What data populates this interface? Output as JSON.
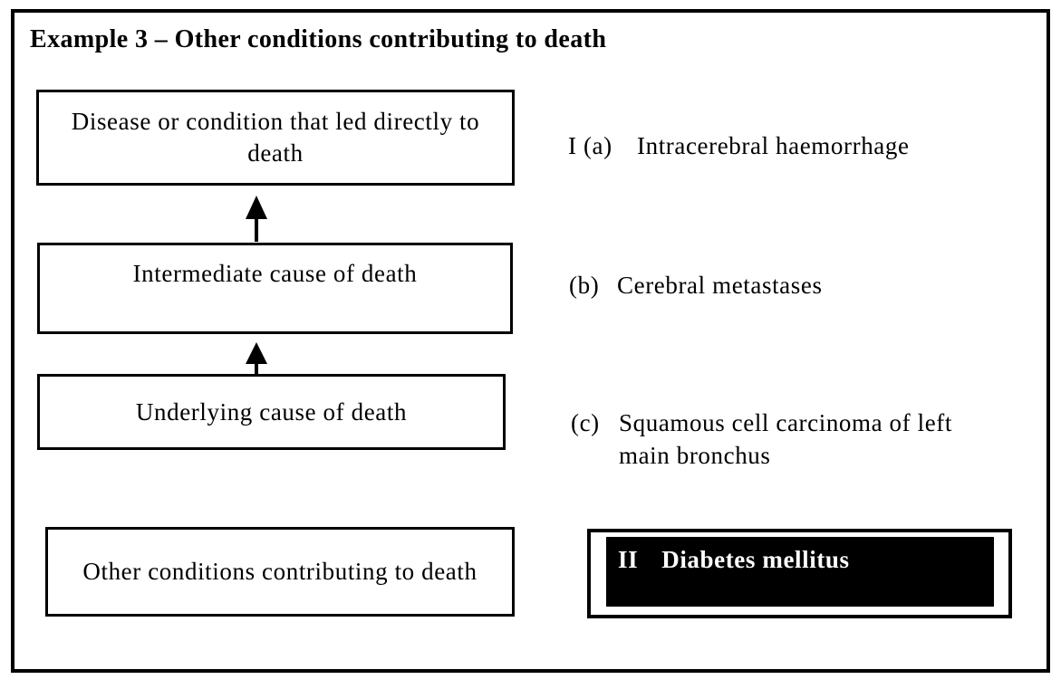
{
  "title": "Example 3 – Other conditions contributing to death",
  "flow_boxes": [
    {
      "id": "direct",
      "label": "Disease or condition that led directly to death"
    },
    {
      "id": "intermediate",
      "label": "Intermediate cause of death"
    },
    {
      "id": "underlying",
      "label": "Underlying cause of death"
    },
    {
      "id": "other",
      "label": "Other conditions contributing to death"
    }
  ],
  "certificate_entries": {
    "a": {
      "marker": "I (a)",
      "text": "Intracerebral haemorrhage"
    },
    "b": {
      "marker": "(b)",
      "text": "Cerebral metastases"
    },
    "c": {
      "marker": "(c)",
      "text": "Squamous cell carcinoma of left main bronchus"
    },
    "part2": {
      "marker": "II",
      "text": "Diabetes mellitus"
    }
  },
  "colors": {
    "border": "#000000",
    "background": "#ffffff",
    "highlight_bg": "#000000",
    "highlight_text": "#ffffff"
  }
}
